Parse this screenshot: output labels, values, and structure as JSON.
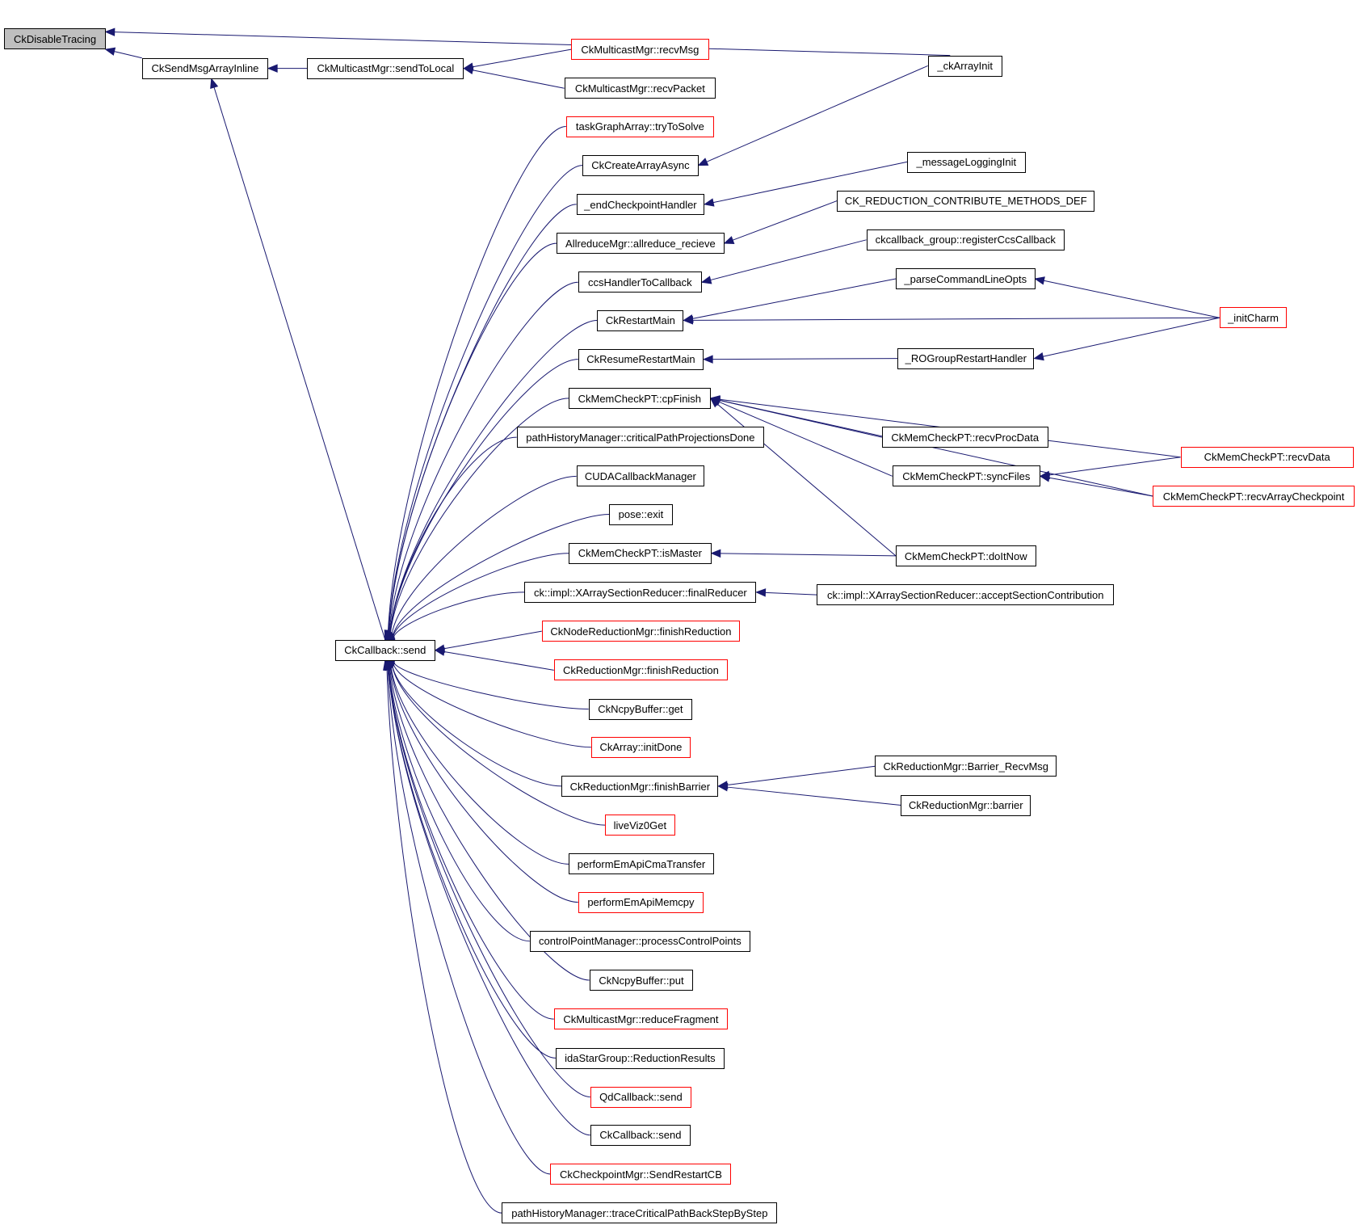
{
  "title": "CkDisableTracing caller graph",
  "colors": {
    "edge": "#191970",
    "node_border": "#000000",
    "truncated_border": "#ff0000",
    "root_fill": "#bfbfbf"
  },
  "nodes": [
    {
      "id": "n0",
      "label": "CkDisableTracing",
      "style": "root"
    },
    {
      "id": "n1",
      "label": "CkSendMsgArrayInline",
      "style": "normal"
    },
    {
      "id": "n2",
      "label": "_ckArrayInit",
      "style": "normal"
    },
    {
      "id": "n3",
      "label": "CkMulticastMgr::sendToLocal",
      "style": "normal"
    },
    {
      "id": "n4",
      "label": "CkCallback::send",
      "style": "normal"
    },
    {
      "id": "n5",
      "label": "CkMulticastMgr::recvMsg",
      "style": "red"
    },
    {
      "id": "n6",
      "label": "CkMulticastMgr::recvPacket",
      "style": "normal"
    },
    {
      "id": "n7",
      "label": "taskGraphArray::tryToSolve",
      "style": "red"
    },
    {
      "id": "n8",
      "label": "CkCreateArrayAsync",
      "style": "normal"
    },
    {
      "id": "n9",
      "label": "_endCheckpointHandler",
      "style": "normal"
    },
    {
      "id": "n10",
      "label": "AllreduceMgr::allreduce_recieve",
      "style": "normal"
    },
    {
      "id": "n11",
      "label": "ccsHandlerToCallback",
      "style": "normal"
    },
    {
      "id": "n12",
      "label": "CkRestartMain",
      "style": "normal"
    },
    {
      "id": "n13",
      "label": "CkResumeRestartMain",
      "style": "normal"
    },
    {
      "id": "n14",
      "label": "CkMemCheckPT::cpFinish",
      "style": "normal"
    },
    {
      "id": "n15",
      "label": "pathHistoryManager::criticalPathProjectionsDone",
      "style": "normal"
    },
    {
      "id": "n16",
      "label": "CUDACallbackManager",
      "style": "normal"
    },
    {
      "id": "n17",
      "label": "pose::exit",
      "style": "normal"
    },
    {
      "id": "n18",
      "label": "CkMemCheckPT::isMaster",
      "style": "normal"
    },
    {
      "id": "n19",
      "label": "ck::impl::XArraySectionReducer::finalReducer",
      "style": "normal"
    },
    {
      "id": "n20",
      "label": "CkNodeReductionMgr::finishReduction",
      "style": "red"
    },
    {
      "id": "n21",
      "label": "CkReductionMgr::finishReduction",
      "style": "red"
    },
    {
      "id": "n22",
      "label": "CkNcpyBuffer::get",
      "style": "normal"
    },
    {
      "id": "n23",
      "label": "CkArray::initDone",
      "style": "red"
    },
    {
      "id": "n24",
      "label": "CkReductionMgr::finishBarrier",
      "style": "normal"
    },
    {
      "id": "n25",
      "label": "liveViz0Get",
      "style": "red"
    },
    {
      "id": "n26",
      "label": "performEmApiCmaTransfer",
      "style": "normal"
    },
    {
      "id": "n27",
      "label": "performEmApiMemcpy",
      "style": "red"
    },
    {
      "id": "n28",
      "label": "controlPointManager::processControlPoints",
      "style": "normal"
    },
    {
      "id": "n29",
      "label": "CkNcpyBuffer::put",
      "style": "normal"
    },
    {
      "id": "n30",
      "label": "CkMulticastMgr::reduceFragment",
      "style": "red"
    },
    {
      "id": "n31",
      "label": "idaStarGroup::ReductionResults",
      "style": "normal"
    },
    {
      "id": "n32",
      "label": "QdCallback::send",
      "style": "red"
    },
    {
      "id": "n33",
      "label": "CkCallback::send",
      "style": "normal"
    },
    {
      "id": "n34",
      "label": "CkCheckpointMgr::SendRestartCB",
      "style": "red"
    },
    {
      "id": "n35",
      "label": "pathHistoryManager::traceCriticalPathBackStepByStep",
      "style": "normal"
    },
    {
      "id": "n36",
      "label": "_messageLoggingInit",
      "style": "normal"
    },
    {
      "id": "n37",
      "label": "CK_REDUCTION_CONTRIBUTE_METHODS_DEF",
      "style": "normal"
    },
    {
      "id": "n38",
      "label": "ckcallback_group::registerCcsCallback",
      "style": "normal"
    },
    {
      "id": "n39",
      "label": "_parseCommandLineOpts",
      "style": "normal"
    },
    {
      "id": "n40",
      "label": "_ROGroupRestartHandler",
      "style": "normal"
    },
    {
      "id": "n41",
      "label": "CkMemCheckPT::recvProcData",
      "style": "normal"
    },
    {
      "id": "n42",
      "label": "CkMemCheckPT::syncFiles",
      "style": "normal"
    },
    {
      "id": "n43",
      "label": "CkMemCheckPT::doItNow",
      "style": "normal"
    },
    {
      "id": "n44",
      "label": "ck::impl::XArraySectionReducer::acceptSectionContribution",
      "style": "normal"
    },
    {
      "id": "n45",
      "label": "CkReductionMgr::Barrier_RecvMsg",
      "style": "normal"
    },
    {
      "id": "n46",
      "label": "CkReductionMgr::barrier",
      "style": "normal"
    },
    {
      "id": "n47",
      "label": "_initCharm",
      "style": "red"
    },
    {
      "id": "n48",
      "label": "CkMemCheckPT::recvData",
      "style": "red"
    },
    {
      "id": "n49",
      "label": "CkMemCheckPT::recvArrayCheckpoint",
      "style": "red"
    }
  ],
  "edges": [
    [
      "n2",
      "n0"
    ],
    [
      "n1",
      "n0"
    ],
    [
      "n3",
      "n1"
    ],
    [
      "n4",
      "n1"
    ],
    [
      "n5",
      "n3"
    ],
    [
      "n6",
      "n3"
    ],
    [
      "n7",
      "n4"
    ],
    [
      "n8",
      "n4"
    ],
    [
      "n9",
      "n4"
    ],
    [
      "n10",
      "n4"
    ],
    [
      "n11",
      "n4"
    ],
    [
      "n12",
      "n4"
    ],
    [
      "n13",
      "n4"
    ],
    [
      "n14",
      "n4"
    ],
    [
      "n15",
      "n4"
    ],
    [
      "n16",
      "n4"
    ],
    [
      "n17",
      "n4"
    ],
    [
      "n18",
      "n4"
    ],
    [
      "n19",
      "n4"
    ],
    [
      "n20",
      "n4"
    ],
    [
      "n21",
      "n4"
    ],
    [
      "n22",
      "n4"
    ],
    [
      "n23",
      "n4"
    ],
    [
      "n24",
      "n4"
    ],
    [
      "n25",
      "n4"
    ],
    [
      "n26",
      "n4"
    ],
    [
      "n27",
      "n4"
    ],
    [
      "n28",
      "n4"
    ],
    [
      "n29",
      "n4"
    ],
    [
      "n30",
      "n4"
    ],
    [
      "n31",
      "n4"
    ],
    [
      "n32",
      "n4"
    ],
    [
      "n33",
      "n4"
    ],
    [
      "n34",
      "n4"
    ],
    [
      "n35",
      "n4"
    ],
    [
      "n2",
      "n8"
    ],
    [
      "n36",
      "n9"
    ],
    [
      "n37",
      "n10"
    ],
    [
      "n38",
      "n11"
    ],
    [
      "n39",
      "n12"
    ],
    [
      "n47",
      "n12"
    ],
    [
      "n40",
      "n13"
    ],
    [
      "n47",
      "n39"
    ],
    [
      "n47",
      "n40"
    ],
    [
      "n41",
      "n14"
    ],
    [
      "n42",
      "n14"
    ],
    [
      "n43",
      "n14"
    ],
    [
      "n48",
      "n14"
    ],
    [
      "n49",
      "n14"
    ],
    [
      "n48",
      "n42"
    ],
    [
      "n49",
      "n42"
    ],
    [
      "n43",
      "n18"
    ],
    [
      "n44",
      "n19"
    ],
    [
      "n45",
      "n24"
    ],
    [
      "n46",
      "n24"
    ]
  ]
}
